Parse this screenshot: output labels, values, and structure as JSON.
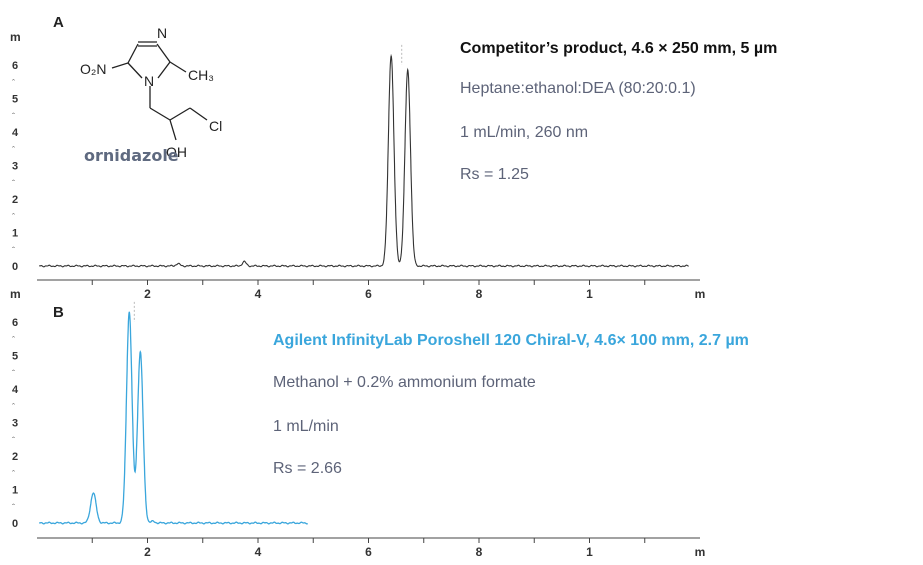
{
  "colors": {
    "panel_a_trace": "#333333",
    "panel_b_trace": "#3aa6dc",
    "info_text": "#5d6378",
    "accent_blue": "#3aa6dc"
  },
  "panel_a": {
    "letter": "A",
    "compound": {
      "name": "ornidazole",
      "atoms": {
        "n_top": "N",
        "no2": "O₂N",
        "n_ring": "N",
        "ch3": "CH₃",
        "cl": "Cl",
        "oh": "OH"
      }
    },
    "info": {
      "line1": "Competitor’s product, 4.6 × 250 mm, 5 µm",
      "line2": "Heptane:ethanol:DEA (80:20:0.1)",
      "line3": "1 mL/min, 260 nm",
      "line4": "Rs = 1.25"
    }
  },
  "panel_b": {
    "letter": "B",
    "info": {
      "line1": "Agilent InfinityLab Poroshell 120 Chiral-V, 4.6× 100 mm, 2.7 µm",
      "line2": "Methanol + 0.2% ammonium formate",
      "line3": "1 mL/min",
      "line4": "Rs = 2.66"
    }
  },
  "chart_data": [
    {
      "type": "line",
      "panel": "A",
      "ylabel": "m",
      "xlabel": "m",
      "y_ticks": [
        "6",
        "5",
        "4",
        "3",
        "2",
        "1",
        "0"
      ],
      "y_tick_values": [
        6,
        5,
        4,
        3,
        2,
        1,
        0
      ],
      "x_ticks": [
        "2",
        "4",
        "6",
        "8",
        "1"
      ],
      "x_tick_values": [
        2,
        4,
        6,
        8,
        10
      ],
      "xlim": [
        0,
        12
      ],
      "ylim": [
        -0.2,
        6.6
      ],
      "series": [
        {
          "peaks": [
            {
              "x": 6.41,
              "height": 6.3
            },
            {
              "x": 6.71,
              "height": 5.85
            }
          ],
          "minor_peaks": [
            {
              "x": 2.55,
              "height": 0.07
            },
            {
              "x": 3.75,
              "height": 0.13
            }
          ],
          "x_end": 11.8
        }
      ],
      "grid": false
    },
    {
      "type": "line",
      "panel": "B",
      "ylabel": "m",
      "xlabel": "m",
      "y_ticks": [
        "6",
        "5",
        "4",
        "3",
        "2",
        "1",
        "0"
      ],
      "y_tick_values": [
        6,
        5,
        4,
        3,
        2,
        1,
        0
      ],
      "x_ticks": [
        "2",
        "4",
        "6",
        "8",
        "1"
      ],
      "x_tick_values": [
        2,
        4,
        6,
        8,
        10
      ],
      "xlim": [
        0,
        12
      ],
      "ylim": [
        -0.2,
        6.6
      ],
      "series": [
        {
          "peaks": [
            {
              "x": 1.02,
              "height": 0.9
            },
            {
              "x": 1.67,
              "height": 6.3
            },
            {
              "x": 1.87,
              "height": 5.1
            }
          ],
          "minor_peaks": [
            {
              "x": 2.1,
              "height": 0.05
            }
          ],
          "x_end": 4.9
        }
      ],
      "grid": false
    }
  ]
}
